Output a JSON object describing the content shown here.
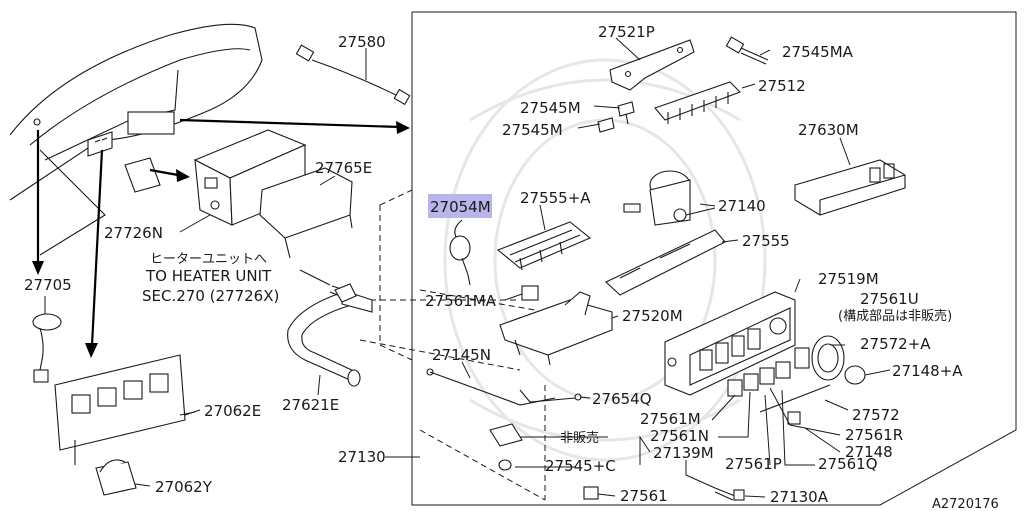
{
  "diagram_id": "A2720176",
  "colors": {
    "highlight": "#b9b5e8",
    "line": "#1a1a1a"
  },
  "labels": {
    "p27580": "27580",
    "p27521P": "27521P",
    "p27545MA": "27545MA",
    "p27512": "27512",
    "p27545M_a": "27545M",
    "p27545M_b": "27545M",
    "p27630M": "27630M",
    "p27765E": "27765E",
    "p27726N": "27726N",
    "p27054M_prefix": "27054",
    "p27054M_suffix": "M",
    "p27555A": "27555+A",
    "p27140": "27140",
    "p27555": "27555",
    "heater_jp": "ヒーターユニットへ",
    "heater_en": "TO HEATER UNIT",
    "sec270": "SEC.270 (27726X)",
    "p27705": "27705",
    "p27561MA": "27561MA",
    "p27519M": "27519M",
    "p27561U": "27561U",
    "p27561U_note": "(構成部品は非販売)",
    "p27520M": "27520M",
    "p27572A": "27572+A",
    "p27145N": "27145N",
    "p27148A": "27148+A",
    "p27654Q": "27654Q",
    "p27062E": "27062E",
    "p27621E": "27621E",
    "p27561M": "27561M",
    "p27572": "27572",
    "p27561N": "27561N",
    "p27561R": "27561R",
    "hihanbai": "非販売",
    "p27148": "27148",
    "p27130": "27130",
    "p27139M": "27139M",
    "p27561P": "27561P",
    "p27561Q": "27561Q",
    "p27545C": "27545+C",
    "p27062Y": "27062Y",
    "p27561": "27561",
    "p27130A": "27130A"
  }
}
